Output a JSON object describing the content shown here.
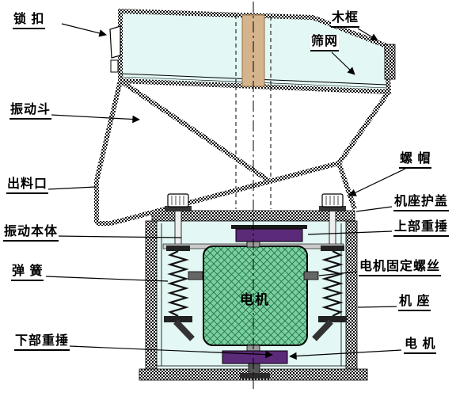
{
  "figure": {
    "center_label": "电机",
    "labels": {
      "lock": "锁 扣",
      "wood_frame": "木框",
      "sieve_mesh": "筛网",
      "vibrating_hopper": "振动斗",
      "discharge_outlet": "出料口",
      "nut": "螺 帽",
      "base_cover": "机座护盖",
      "vibrating_body": "振动本体",
      "upper_weight": "上部重捶",
      "spring": "弹 簧",
      "motor_fixing_screw": "电机固定螺丝",
      "base": "机 座",
      "lower_weight": "下部重捶",
      "motor": "电 机"
    },
    "colors": {
      "machine_fill": "#e3f7f4",
      "motor_fill": "#7bd0a0",
      "motor_hatch_line": "#23734b",
      "shaft_strip": "#d5b48d",
      "weight_fill": "#5b2a78",
      "outline": "#000000",
      "background": "#ffffff"
    }
  }
}
